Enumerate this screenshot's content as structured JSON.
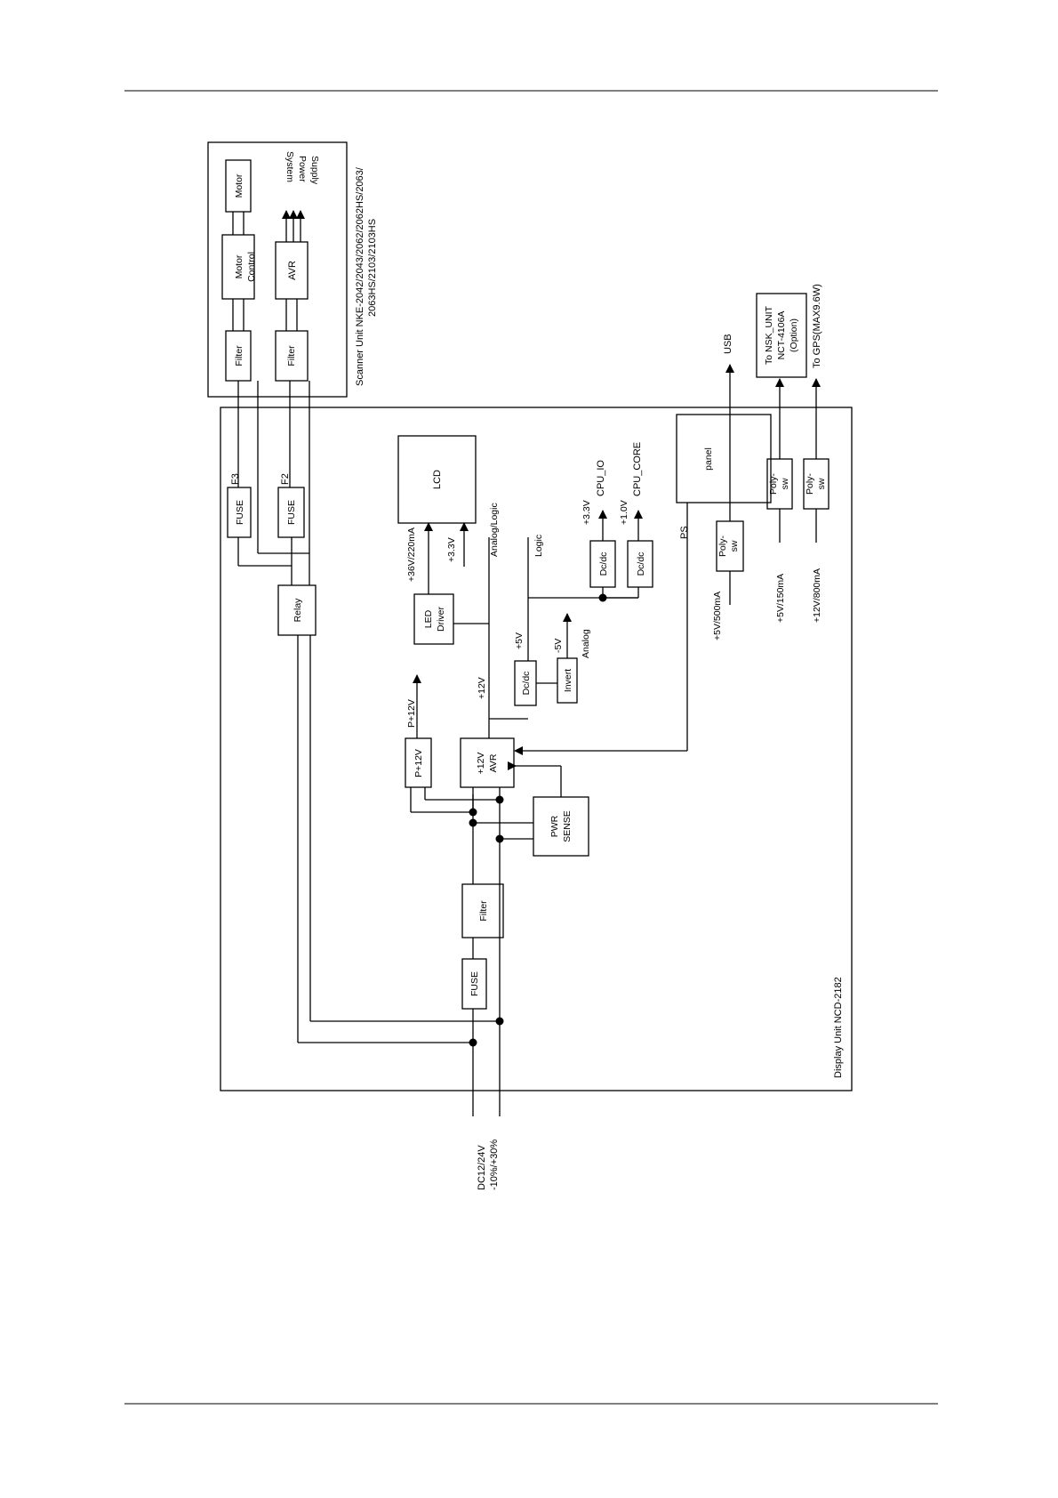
{
  "scanner_unit": {
    "title_line1": "Scanner Unit NKE-2042/2043/2062/2062HS/2063/",
    "title_line2": "2063HS/2103/2103HS",
    "motor": "Motor",
    "motor_control_line1": "Motor",
    "motor_control_line2": "Control",
    "avr": "AVR",
    "filter_motor": "Filter",
    "filter_avr": "Filter",
    "system_power_line1": "System",
    "system_power_line2": "Power",
    "system_power_line3": "Supply"
  },
  "display_unit": {
    "title": "Display Unit NCD-2182",
    "fuse_f3_label": "F3",
    "fuse_f3": "FUSE",
    "fuse_f2_label": "F2",
    "fuse_f2": "FUSE",
    "relay": "Relay",
    "lcd": "LCD",
    "led_driver_line1": "LED",
    "led_driver_line2": "Driver",
    "v36": "+36V/220mA",
    "v33_lcd": "+3.3V",
    "analog_logic": "Analog/Logic",
    "logic": "Logic",
    "v33_cpu": "+3.3V",
    "cpu_io": "CPU_IO",
    "v10": "+1.0V",
    "cpu_core": "CPU_CORE",
    "dcdc1": "Dc/dc",
    "dcdc2": "Dc/dc",
    "dcdc3": "Dc/dc",
    "v5": "+5V",
    "vm5": "-5V",
    "analog": "Analog",
    "invert": "Invert",
    "v12": "+12V",
    "p12_label": "P+12V",
    "p12_box": "P+12V",
    "avr_line1": "+12V",
    "avr_line2": "AVR",
    "pwr_sense_line1": "PWR",
    "pwr_sense_line2": "SENSE",
    "filter": "Filter",
    "fuse": "FUSE",
    "panel": "panel",
    "ps": "PS",
    "poly_line1": "Poly-",
    "poly_line2": "sw",
    "usb_current": "+5V/500mA",
    "usb": "USB",
    "nsk_current": "+5V/150mA",
    "gps_current": "+12V/800mA",
    "nsk_line1": "To NSK_UNIT",
    "nsk_line2": "NCT-4106A",
    "nsk_line3": "(Option)",
    "gps": "To GPS(MAX9.6W)"
  },
  "input": {
    "line1": "DC12/24V",
    "line2": "-10%/+30%"
  }
}
